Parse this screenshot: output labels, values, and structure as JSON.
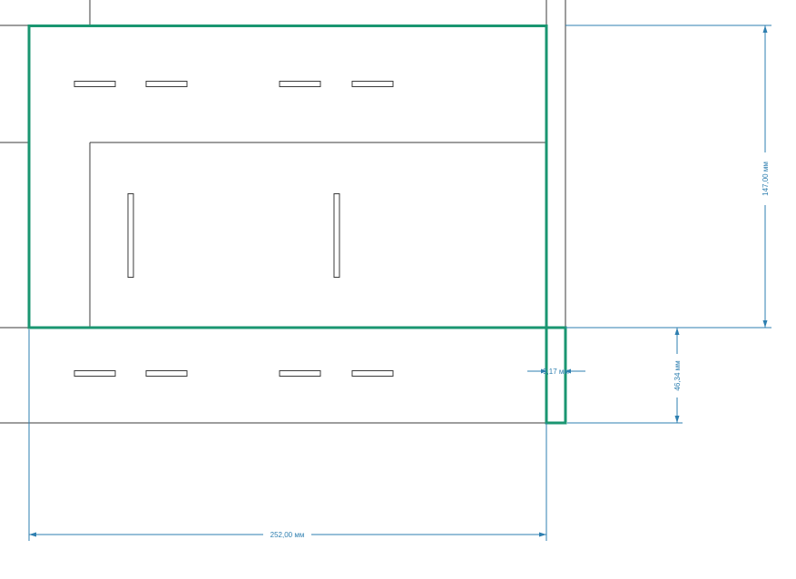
{
  "dimensions": {
    "width_label": "252,00 мм",
    "height_label": "147,00 мм",
    "flap_height_label": "46,34 мм",
    "small_gap_label": "9,17 мм"
  },
  "colors": {
    "selection": "#1a9671",
    "dimension": "#2e7fb0",
    "outline": "#3b3b3b"
  }
}
